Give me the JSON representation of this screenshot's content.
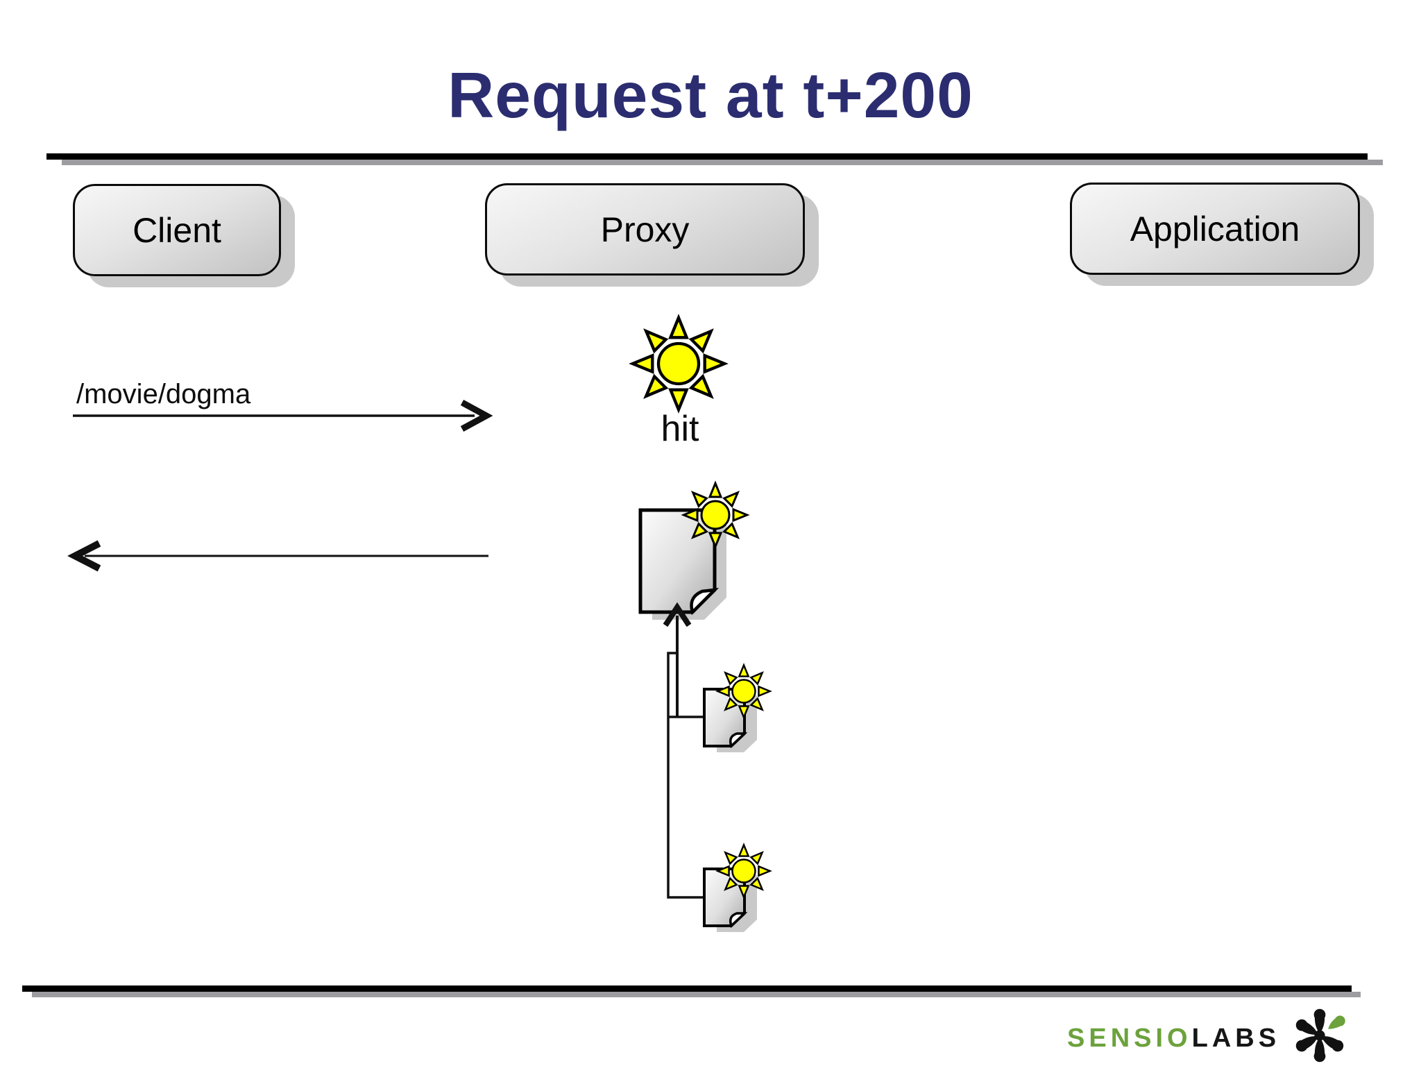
{
  "slide": {
    "title": "Request at t+200"
  },
  "nodes": [
    {
      "id": "client",
      "label": "Client"
    },
    {
      "id": "proxy",
      "label": "Proxy"
    },
    {
      "id": "application",
      "label": "Application"
    }
  ],
  "flow": {
    "request_path": "/movie/dogma",
    "cache_status": "hit"
  },
  "footer": {
    "brand_green": "SENSIO",
    "brand_black": "LABS"
  },
  "icons": {
    "fresh_indicator": "sun-icon",
    "cached_page": "document-page-icon",
    "esi_fragment": "document-page-icon",
    "logo_mark": "asterisk-splat-icon"
  },
  "colors": {
    "title": "#2b2d70",
    "sun_yellow": "#ffff00",
    "brand_green": "#6ca23c",
    "box_border": "#000000",
    "shadow_gray": "#c9c9c9"
  }
}
